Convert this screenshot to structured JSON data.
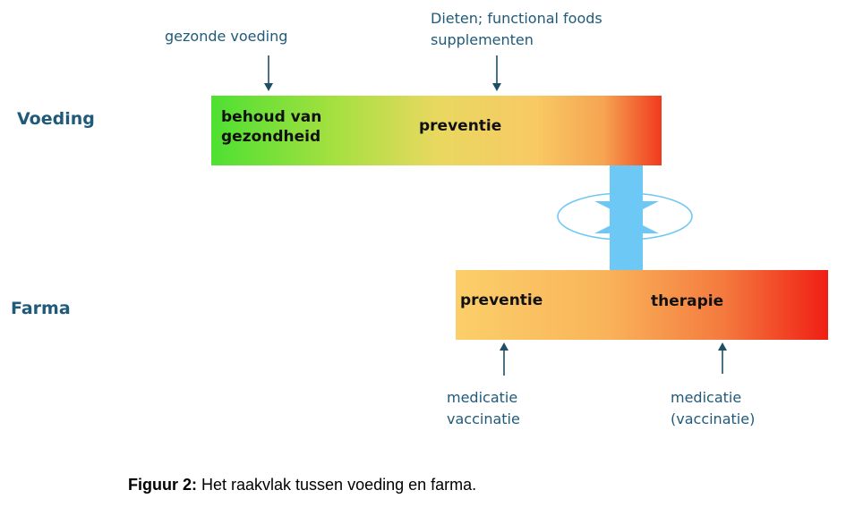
{
  "rows": {
    "voeding": "Voeding",
    "farma": "Farma"
  },
  "voeding_bar": {
    "left_line1": "behoud van",
    "left_line2": "gezondheid",
    "center": "preventie"
  },
  "farma_bar": {
    "left": "preventie",
    "right": "therapie"
  },
  "annotations": {
    "gezonde_voeding": "gezonde voeding",
    "dieten_line1": "Dieten; functional foods",
    "dieten_line2": "supplementen",
    "medicatie1_line1": "medicatie",
    "medicatie1_line2": "vaccinatie",
    "medicatie2_line1": "medicatie",
    "medicatie2_line2": "(vaccinatie)"
  },
  "caption": {
    "prefix": "Figuur 2:",
    "text": " Het raakvlak tussen voeding en farma."
  },
  "colors": {
    "label_blue": "#1f5a7a",
    "connector_blue": "#6ec8f5",
    "arrow_dark": "#1f4f66"
  }
}
